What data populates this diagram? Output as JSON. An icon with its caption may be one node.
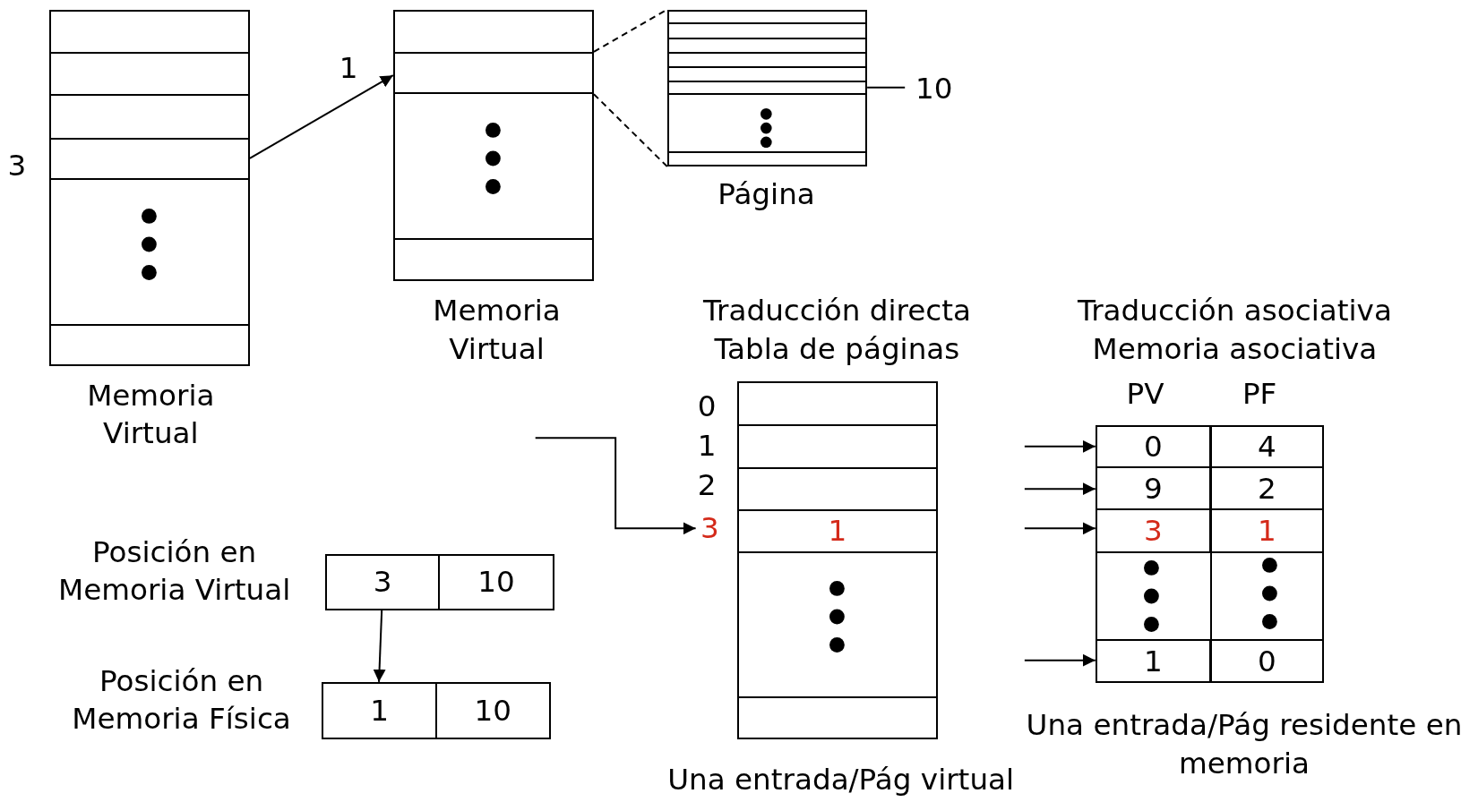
{
  "diagram": {
    "nodes": [
      {
        "text": [
          "Memoria Virtual"
        ]
      },
      {
        "text": [],
        "shape": "box",
        "in": 0,
        "beside": [
          "3"
        ]
      },
      {
        "text": [
          "Memoria Virtual"
        ]
      },
      {
        "text": [],
        "shape": "box",
        "in": 2,
        "beside": [
          "1"
        ]
      },
      {
        "text": [
          "Página"
        ]
      },
      {
        "text": [],
        "shape": "box",
        "in": 4
      },
      {
        "text": [
          "10"
        ]
      },
      {
        "text": [
          "Posición en Memoria Virtual"
        ]
      },
      {
        "text": [
          "3"
        ],
        "in": 7
      },
      {
        "text": [
          "10"
        ],
        "in": 7
      },
      {
        "text": [
          "Posición en Memoria Física"
        ]
      },
      {
        "text": [
          "1"
        ],
        "in": 10
      },
      {
        "text": [
          "10"
        ],
        "in": 10
      },
      {
        "text": [
          "Traducción directa Tabla de páginas",
          "Una entrada/Pág virtual"
        ]
      },
      {
        "text": [
          "1"
        ],
        "in": 13
      },
      {
        "text": [
          "3"
        ],
        "in": 13
      },
      {
        "text": [
          "Traducción asociativa Memoria asociativa",
          "Una entrada/Pág residente en memoria"
        ]
      },
      {
        "text": [
          "0"
        ],
        "in": 16
      },
      {
        "text": [
          "4"
        ],
        "in": 16
      },
      {
        "text": [
          "9"
        ],
        "in": 16
      },
      {
        "text": [
          "2"
        ],
        "in": 16
      },
      {
        "text": [
          "3"
        ],
        "in": 16
      },
      {
        "text": [
          "1"
        ],
        "in": 16
      },
      {
        "text": [
          "1"
        ],
        "in": 16
      },
      {
        "text": [
          "0"
        ],
        "in": 16
      }
    ],
    "edges": [
      {
        "from": 1,
        "to": 3,
        "arrow": "to"
      },
      {
        "from": 3,
        "to": 4,
        "arrow": "none",
        "style": "dashed"
      },
      {
        "from": 3,
        "to": 4,
        "arrow": "none",
        "style": "dashed"
      },
      {
        "from": 6,
        "to": 5,
        "arrow": "none"
      },
      {
        "from": 8,
        "to": 11,
        "arrow": "to"
      },
      {
        "from": null,
        "to": 15,
        "arrow": "to"
      },
      {
        "from": null,
        "to": 17,
        "arrow": "to"
      },
      {
        "from": null,
        "to": 19,
        "arrow": "to"
      },
      {
        "from": null,
        "to": 21,
        "arrow": "to"
      },
      {
        "from": null,
        "to": 23,
        "arrow": "to"
      }
    ],
    "labels": [
      "PV",
      "PF",
      "0",
      "1",
      "2"
    ]
  }
}
